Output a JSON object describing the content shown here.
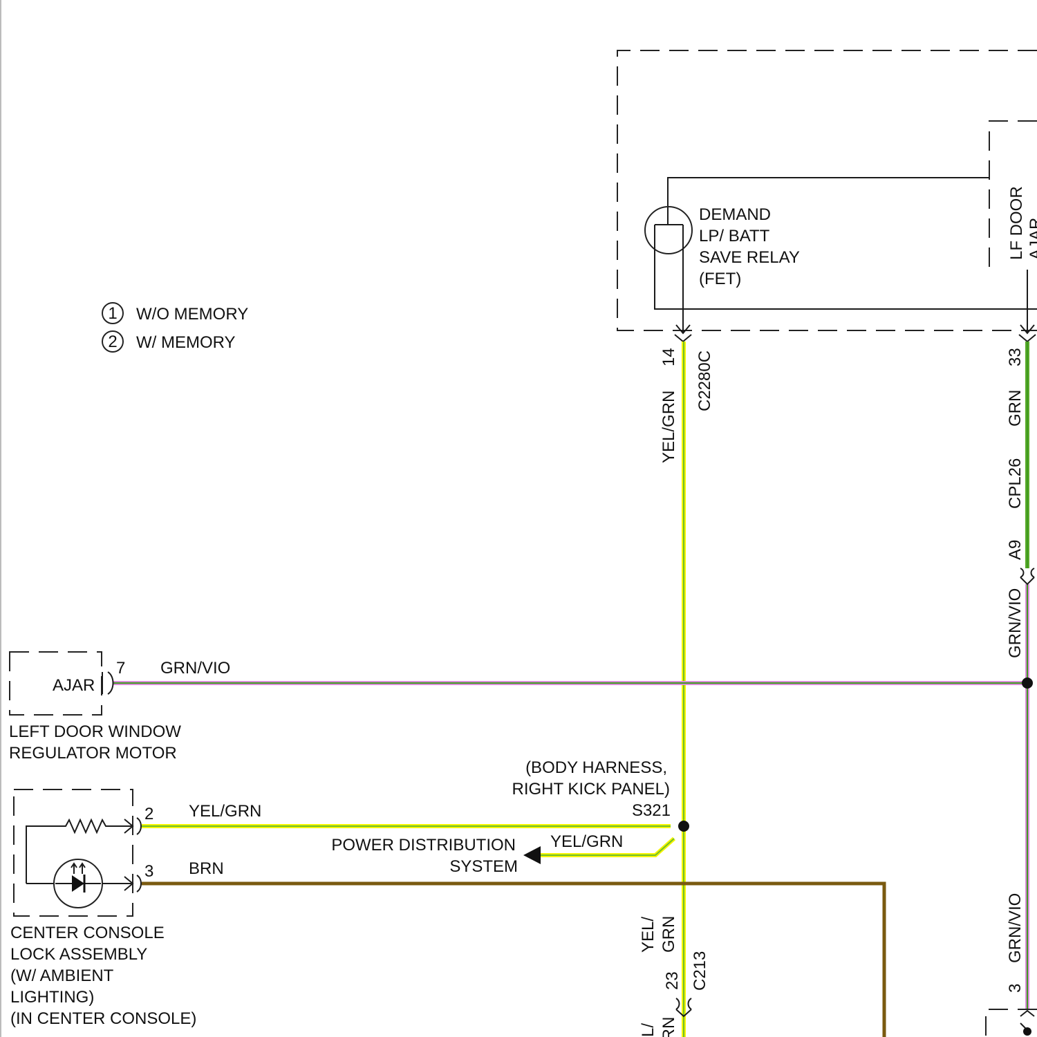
{
  "legend": [
    {
      "num": "1",
      "text": "W/O MEMORY"
    },
    {
      "num": "2",
      "text": "W/ MEMORY"
    }
  ],
  "module": {
    "relay_label": [
      "DEMAND",
      "LP/ BATT",
      "SAVE RELAY",
      "(FET)"
    ],
    "lf_door_label": "LF DOOR",
    "lf_door_label_2": "AJAR",
    "connector_id": "C2280C",
    "pin_14": "14",
    "pin_33": "33"
  },
  "wires": {
    "yel_grn": "YEL/GRN",
    "grn": "GRN",
    "grn_vio": "GRN/VIO",
    "brn": "BRN",
    "yel_grn_split_1": "YEL/",
    "yel_grn_split_2": "GRN",
    "yel_bottom_frag": "YEL/",
    "grn_bottom_frag": "GRN",
    "colors": {
      "yellow": "#f5f500",
      "yellow_core": "#6fbe2a",
      "green": "#5aaa2a",
      "green_core": "#3f9a1f",
      "grn_vio_outline": "#d98cd9",
      "brown": "#7a5a10"
    }
  },
  "connectors": {
    "cpl26": "CPL26",
    "a9": "A9",
    "c213": "C213",
    "pin_23": "23",
    "pin_3_right": "3"
  },
  "left_door": {
    "pin": "7",
    "label": "AJAR",
    "name_line1": "LEFT DOOR WINDOW",
    "name_line2": "REGULATOR MOTOR"
  },
  "splice": {
    "harness_line1": "(BODY HARNESS,",
    "harness_line2": "RIGHT KICK PANEL)",
    "id": "S321"
  },
  "power": {
    "line1": "POWER DISTRIBUTION",
    "line2": "SYSTEM"
  },
  "console": {
    "pin_2": "2",
    "pin_3": "3",
    "name": [
      "CENTER CONSOLE",
      "LOCK ASSEMBLY",
      "(W/ AMBIENT",
      "LIGHTING)",
      "(IN CENTER CONSOLE)"
    ]
  }
}
